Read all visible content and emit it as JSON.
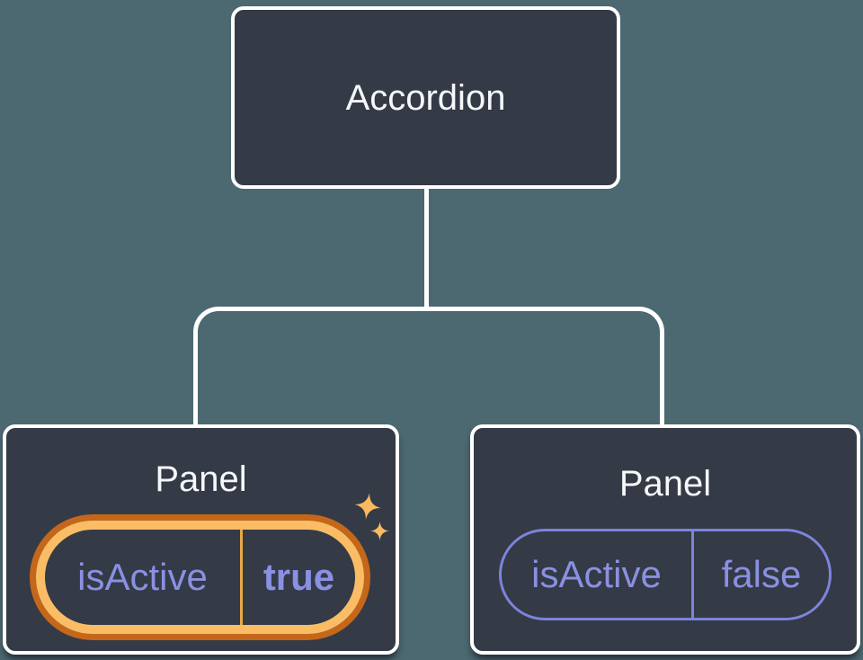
{
  "diagram": {
    "title_root": "Accordion",
    "panels": [
      {
        "title": "Panel",
        "state_label": "isActive",
        "state_value": "true",
        "highlighted": true
      },
      {
        "title": "Panel",
        "state_label": "isActive",
        "state_value": "false",
        "highlighted": false
      }
    ],
    "colors": {
      "background": "#4C6870",
      "node_fill": "#343A46",
      "node_border": "#FFFFFF",
      "connector": "#FFFFFF",
      "state_text": "#8A90E2",
      "state_border": "#7C84DB",
      "highlight_outer_ring": "#C4671A",
      "highlight_inner_ring": "#FABD66",
      "highlight_divider": "#E9A845",
      "sparkle": "#F9BA5F"
    },
    "icons": [
      "sparkles-icon"
    ]
  }
}
